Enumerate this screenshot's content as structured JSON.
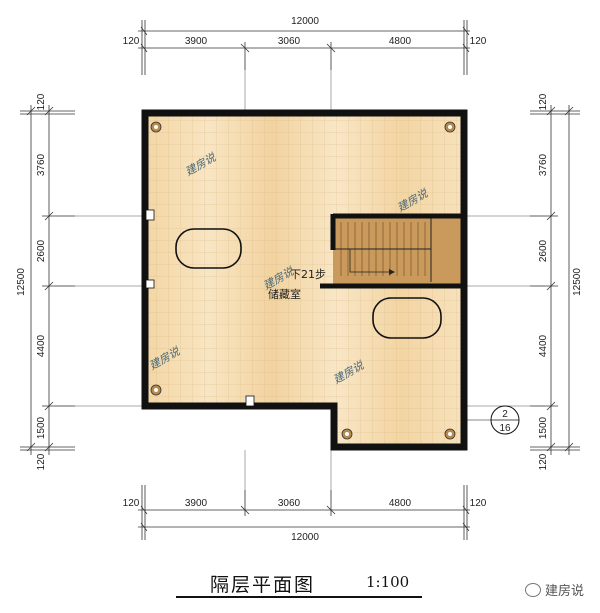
{
  "drawing": {
    "title": "隔层平面图",
    "scale": "1:100",
    "room_label": "储藏室",
    "stair_note": "下21步",
    "section_mark_top": "2",
    "section_mark_bottom": "16",
    "watermark": "建房说",
    "brand": "建房说"
  },
  "dimensions": {
    "top_total": "12000",
    "top_segments": [
      "120",
      "3900",
      "3060",
      "4800",
      "120"
    ],
    "bottom_total": "12000",
    "bottom_segments": [
      "120",
      "3900",
      "3060",
      "4800",
      "120"
    ],
    "left_total": "12500",
    "left_segments": [
      "120",
      "3760",
      "2600",
      "4400",
      "1500",
      "120"
    ],
    "right_total": "12500",
    "right_segments": [
      "120",
      "3760",
      "2600",
      "4400",
      "1500",
      "120"
    ]
  },
  "colors": {
    "floor": "#f4d9a9",
    "floor_stripe": "#f8e6c4",
    "wall": "#111111",
    "stair": "#c99a5b",
    "grid": "#d8b98a"
  }
}
